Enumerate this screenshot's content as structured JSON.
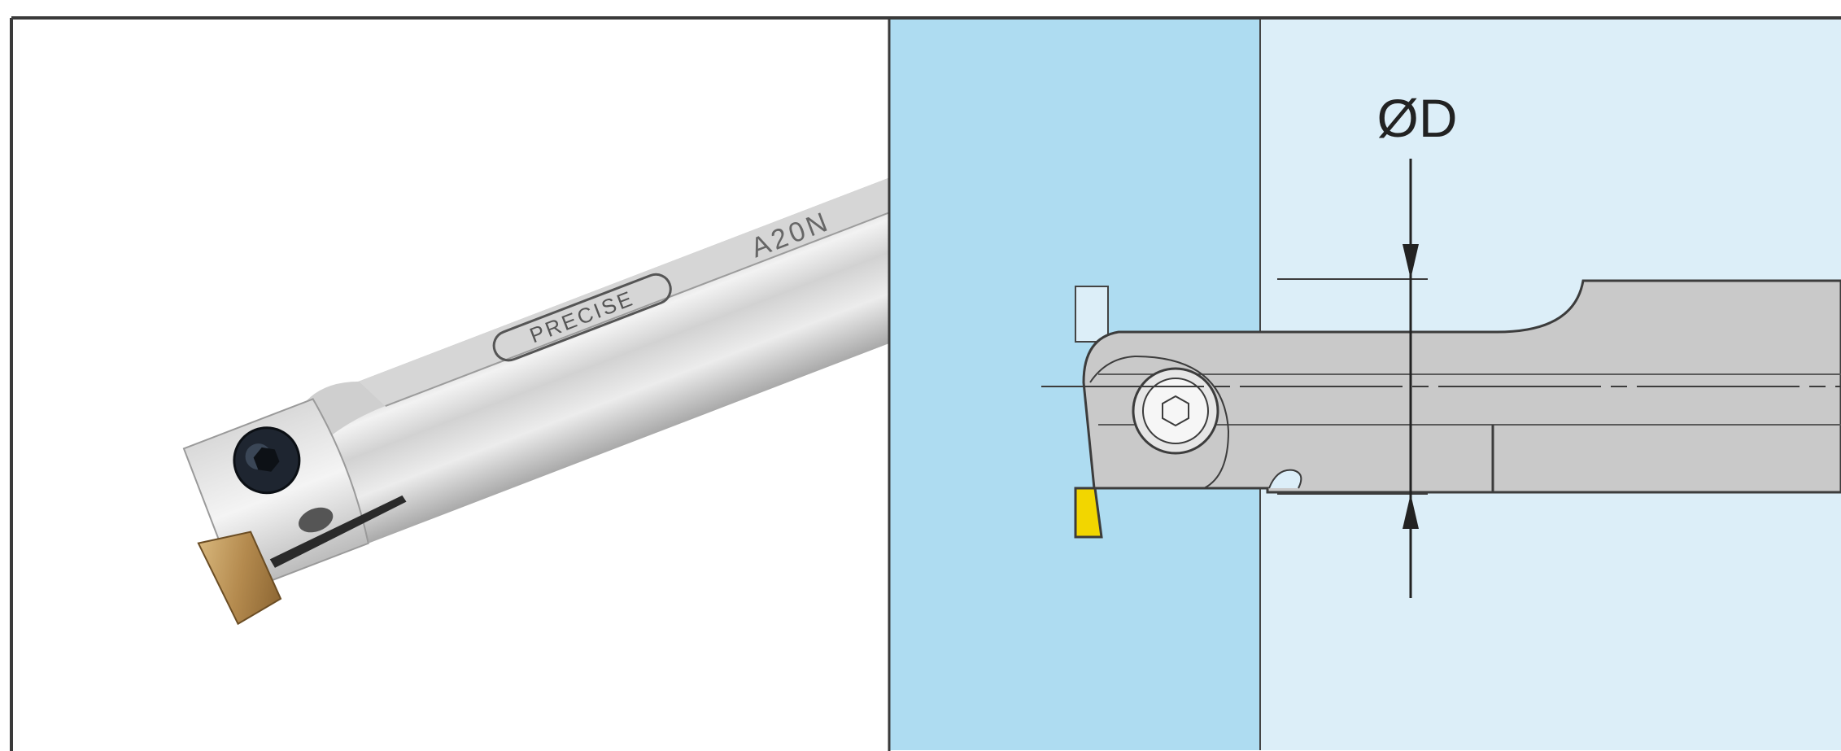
{
  "product_photo": {
    "brand_marking": "PRECISE",
    "model_marking": "A20N"
  },
  "diagram": {
    "dimension_label": "ØD"
  },
  "colors": {
    "workpiece_dark": "#aedcf1",
    "workpiece_light": "#dceef8",
    "tool_body": "#c9c9c9",
    "tool_outline": "#3c3c3c",
    "insert": "#f2d600",
    "frame_border": "#3a3a3a"
  }
}
